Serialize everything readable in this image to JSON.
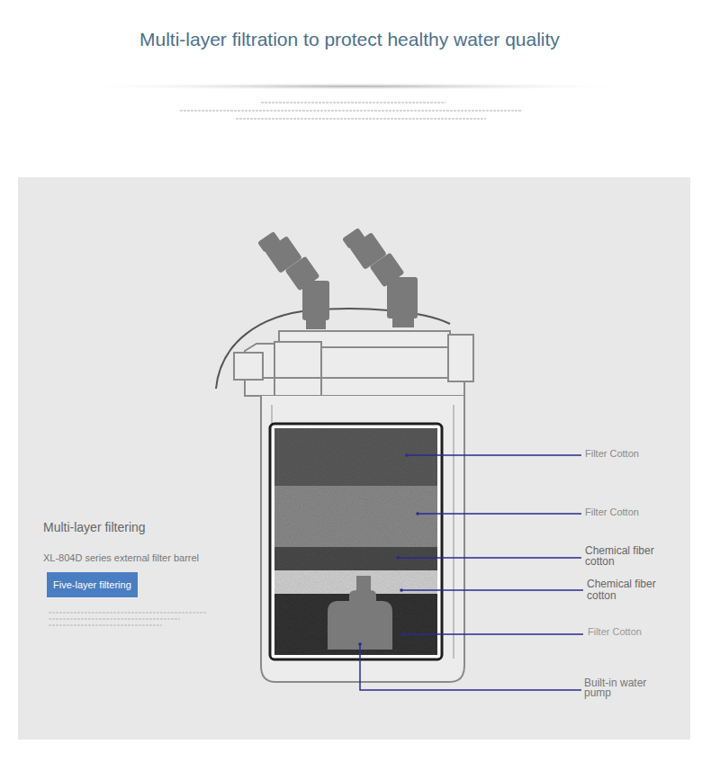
{
  "diagram": {
    "title": "Multi-layer filtration to protect healthy water quality",
    "nodes": [
      {
        "text": [
          "Five-layer filtering"
        ]
      }
    ],
    "labels": [
      "Filter Cotton",
      "Filter Cotton",
      "Chemical fiber cotton",
      "Chemical fiber cotton",
      "Filter Cotton",
      "Built-in water pump",
      "Multi-layer filtering",
      "XL-804D series external filter barrel"
    ]
  }
}
